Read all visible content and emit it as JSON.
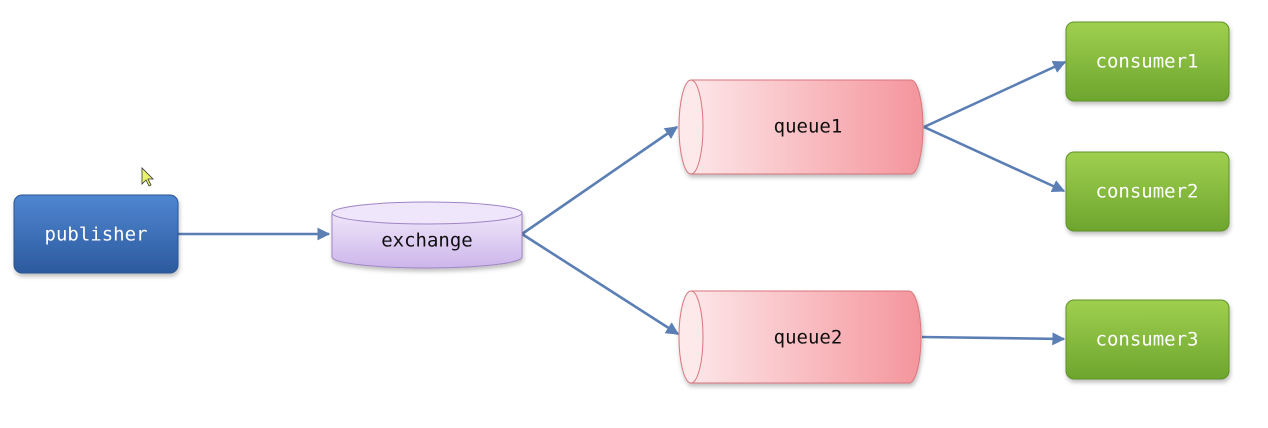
{
  "nodes": {
    "publisher": "publisher",
    "exchange": "exchange",
    "queue1": "queue1",
    "queue2": "queue2",
    "consumer1": "consumer1",
    "consumer2": "consumer2",
    "consumer3": "consumer3"
  },
  "colors": {
    "publisher": "#3d6fb8",
    "exchange": "#d9c8ef",
    "queue": "#f4a0a6",
    "consumer": "#86bb3c",
    "arrow": "#5b7fb5"
  },
  "icons": {
    "cursor": "mouse-pointer-icon"
  }
}
